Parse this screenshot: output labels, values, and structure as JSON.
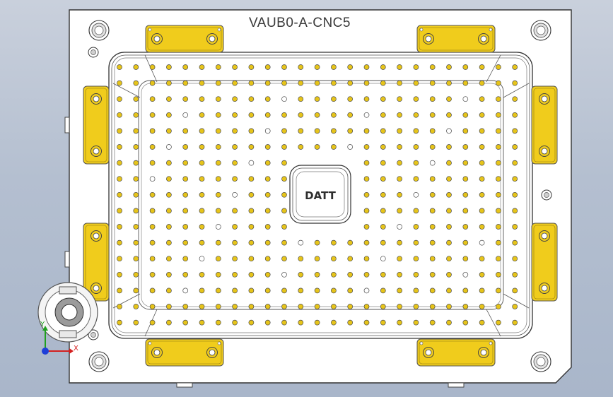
{
  "viewport": {
    "background_top": "#c9d0dc",
    "background_bottom": "#a9b6ca"
  },
  "part": {
    "title": "VAUB0-A-CNC5",
    "center_logo": "DATT",
    "plate_color": "#ffffff",
    "clamp_color": "#f0cc1c",
    "hole_color": "#e6c41a",
    "outline_color": "#333333"
  },
  "triad": {
    "x_label": "X",
    "y_label": "Y",
    "x_color": "#d42020",
    "y_color": "#1fa01f",
    "z_color": "#1f3fd8"
  },
  "icons": {
    "view_cube": "view-orientation-icon",
    "triad": "coordinate-triad-icon"
  }
}
